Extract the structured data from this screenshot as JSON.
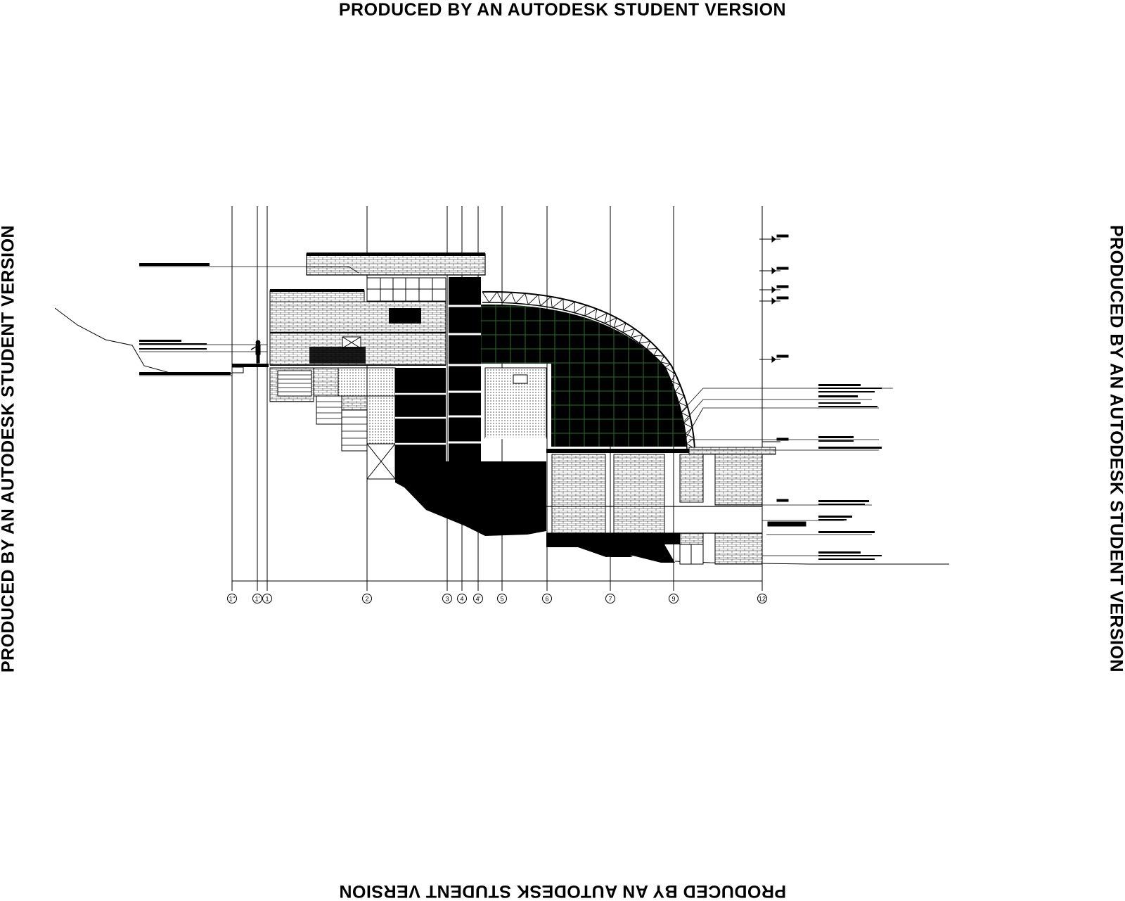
{
  "watermark": {
    "text": "PRODUCED BY AN AUTODESK STUDENT VERSION"
  },
  "grid_axes": [
    "1''",
    "1'",
    "1",
    "2",
    "3",
    "4",
    "4'",
    "5",
    "6",
    "7",
    "9",
    "12"
  ],
  "colors": {
    "ink": "#000000",
    "glazing_grid": "#2f6b2f",
    "paper": "#ffffff"
  }
}
